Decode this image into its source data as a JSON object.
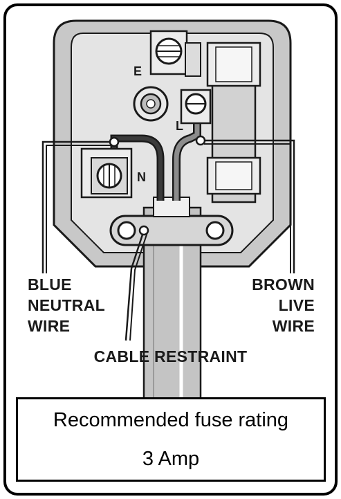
{
  "labels": {
    "blue": [
      "BLUE",
      "NEUTRAL",
      "WIRE"
    ],
    "brown": [
      "BROWN",
      "LIVE",
      "WIRE"
    ],
    "cable_restraint": "CABLE RESTRAINT",
    "earth": "E",
    "live": "L",
    "neutral": "N"
  },
  "caption": {
    "line1": "Recommended fuse rating",
    "line2": "3 Amp"
  },
  "colors": {
    "outline": "#1a1a1a",
    "plug_body": "#c8c8c8",
    "plug_inner": "#e6e6e6",
    "cable": "#bdbdbd"
  }
}
